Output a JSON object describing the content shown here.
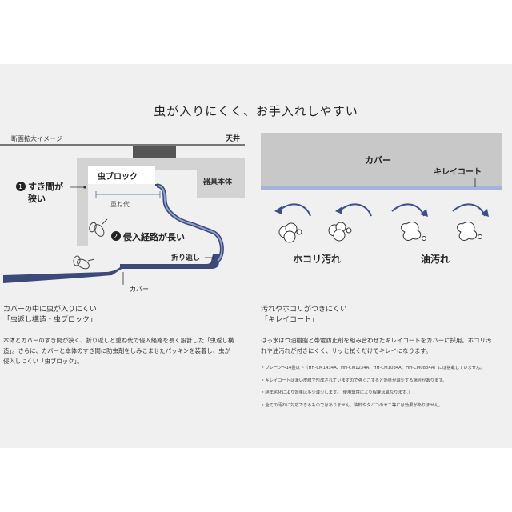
{
  "headline": "虫が入りにくく、お手入れしやすい",
  "left_figure": {
    "title": "断面拡大イメージ",
    "ceiling": "天井",
    "mushi_block": "虫ブロック",
    "body": "器具本体",
    "point1_num": "1",
    "point1_line1": "すき間が",
    "point1_line2": "狭い",
    "overlap": "重ね代",
    "point2_num": "2",
    "point2": "侵入経路が長い",
    "fold": "折り返し",
    "cover": "カバー"
  },
  "right_figure": {
    "cover": "カバー",
    "kirei_coat": "キレイコート",
    "dust": "ホコリ汚れ",
    "oil": "油汚れ"
  },
  "left_text": {
    "caption1": "カバーの中に虫が入りにくい",
    "caption2": "「虫返し構造・虫ブロック」",
    "p1": "本体とカバーのすき間が狭く、折り返しと重ね代で侵入経路を長く設計した「虫返し構",
    "p2": "造」。さらに、カバーと本体のすき間に防虫剤をしみこませたパッキンを装着し、虫が",
    "p3": "侵入しにくい「虫ブロック」。"
  },
  "right_text": {
    "caption1": "汚れやホコリがつきにくい",
    "caption2": "「キレイコート」",
    "p1": "はっ水はつ油樹脂と帯電防止剤を組み合わせたキレイコートをカバーに採用。ホコリ汚",
    "p2": "れや油汚れが付きにくく、サッと拭くだけでキレイになります。"
  },
  "notes": [
    "プレーン〜14畳以下（HH-CM1434A、HH-CM1234A、HH-CM1034A、HH-CM0834A）には搭載していません。",
    "キレイコートは薄い皮膜で形成されていますので強くこすると効果が減少する場合があります。",
    "経年劣化により効果は多少減少します。（使用環境により程度は異なります。）",
    "全ての汚れに対応できるものではありません。油料やタバコのヤニ等には効果がありません。"
  ],
  "colors": {
    "panel": "#f0f0f0",
    "cover_line": "#4a5a8c",
    "kirei_band": "#a9b7d9",
    "ceiling_block": "#555555",
    "body_gray": "#d9d9d9",
    "arrow_blue": "#3d4f8a"
  }
}
